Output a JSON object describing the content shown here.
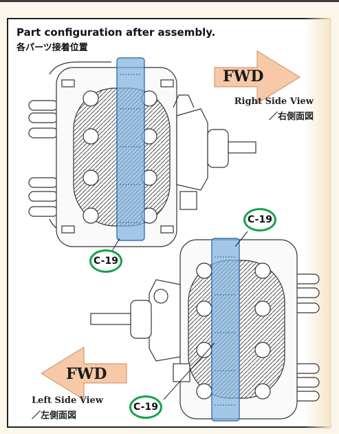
{
  "header": {
    "title": "Part configuration after assembly.",
    "subtitle": "各パーツ接着位置"
  },
  "right_view": {
    "fwd_label": "FWD",
    "view_label": "Right Side View",
    "view_label_ja": "／右側面図"
  },
  "left_view": {
    "fwd_label": "FWD",
    "view_label": "Left Side View",
    "view_label_ja": "／左側面図"
  },
  "callouts": [
    "C-19",
    "C-19",
    "C-19"
  ],
  "colors": {
    "callout_ring": "#14a34a",
    "highlight_part": "#7fb0e0",
    "arrow_fill": "#f7c9a8",
    "panel_border": "#222222"
  }
}
